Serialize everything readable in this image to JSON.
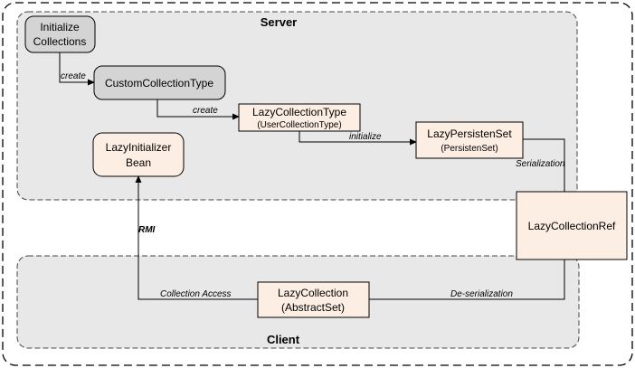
{
  "regions": {
    "server": {
      "title": "Server"
    },
    "client": {
      "title": "Client"
    }
  },
  "nodes": {
    "initialize_collections": {
      "line1": "Initialize",
      "line2": "Collections"
    },
    "custom_collection_type": {
      "line1": "CustomCollectionType"
    },
    "lazy_collection_type": {
      "line1": "LazyCollectionType",
      "line2": "(UserCollectionType)"
    },
    "lazy_persisten_set": {
      "line1": "LazyPersistenSet",
      "line2": "(PersistenSet)"
    },
    "lazy_initializer_bean": {
      "line1": "LazyInitializer",
      "line2": "Bean"
    },
    "lazy_collection_ref": {
      "line1": "LazyCollectionRef"
    },
    "lazy_collection": {
      "line1": "LazyCollection",
      "line2": "(AbstractSet)"
    }
  },
  "edges": {
    "create_1": "create",
    "create_2": "create",
    "initialize": "initialize",
    "serialization": "Serialization",
    "rmi": "RMI",
    "collection_access": "Collection Access",
    "de_serialization": "De-serialization"
  },
  "colors": {
    "region_fill": "#e8e8e8",
    "gray_node_fill": "#d4d4d4",
    "peach_node_fill": "#fdeee4",
    "border": "#000000"
  }
}
